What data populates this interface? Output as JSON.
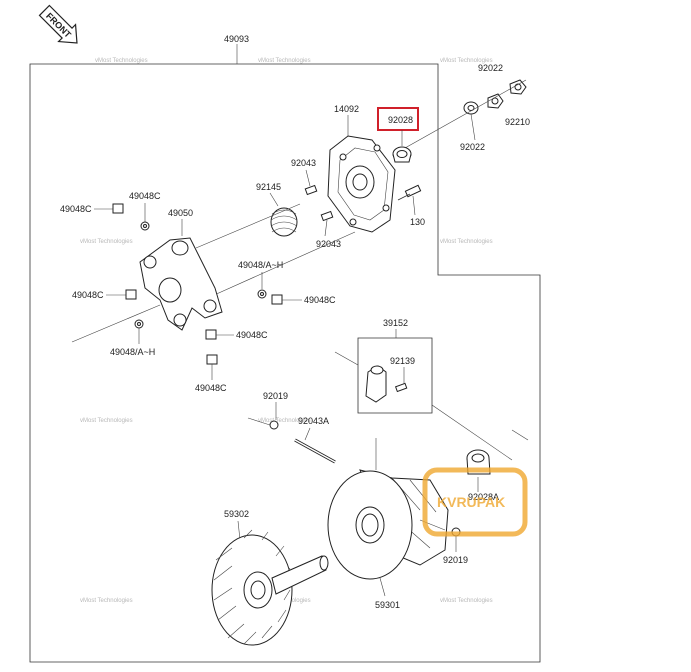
{
  "front_label": "FRONT",
  "labels": {
    "p49093": "49093",
    "p92022a": "92022",
    "p92022b": "92022",
    "p92210": "92210",
    "p14092": "14092",
    "p92028": "92028",
    "p92043a": "92043",
    "p92043b": "92043",
    "p92145": "92145",
    "p130": "130",
    "p49048C_top": "49048C",
    "p49048C_left": "49048C",
    "p49050": "49050",
    "p49048AH_mid": "49048/A~H",
    "p49048C_midright": "49048C",
    "p49048C_left2": "49048C",
    "p49048C_right3": "49048C",
    "p49048AH_low": "49048/A~H",
    "p49048C_bottom": "49048C",
    "p39152": "39152",
    "p92139": "92139",
    "p92019a": "92019",
    "p92043A": "92043A",
    "p92028A": "92028A",
    "p92019b": "92019",
    "p59302": "59302",
    "p59301": "59301"
  },
  "watermark_text": "vMost Technologies",
  "logo": {
    "text": "KVRUPAK",
    "color": "#f0a830"
  },
  "highlight_color": "#d0202a"
}
